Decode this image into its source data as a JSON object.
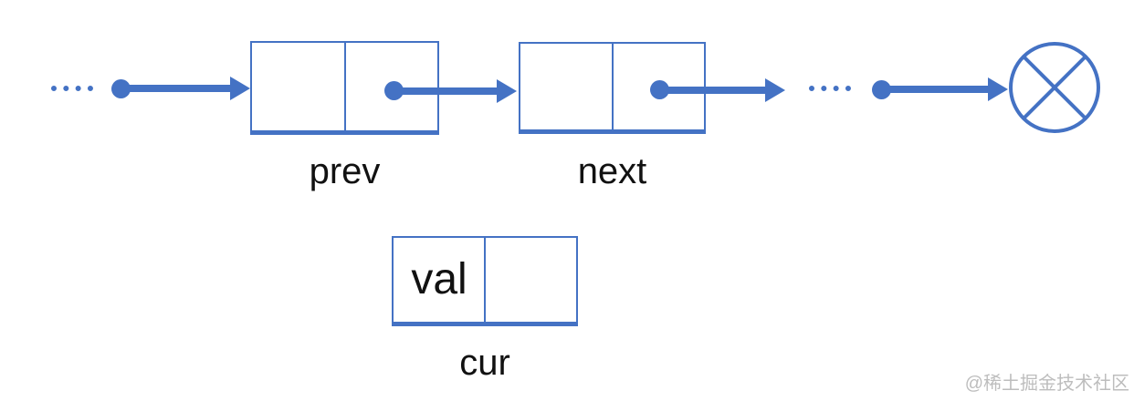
{
  "colors": {
    "accent": "#4472C4",
    "text": "#111111",
    "watermark": "#BDBDBD"
  },
  "chain": {
    "left_ellipsis": "......",
    "nodes": [
      {
        "label": "prev"
      },
      {
        "label": "next"
      }
    ],
    "right_ellipsis": "......",
    "terminator_icon": "null-circle-icon"
  },
  "cur": {
    "label": "cur",
    "value": "val"
  },
  "watermark": "@稀土掘金技术社区"
}
